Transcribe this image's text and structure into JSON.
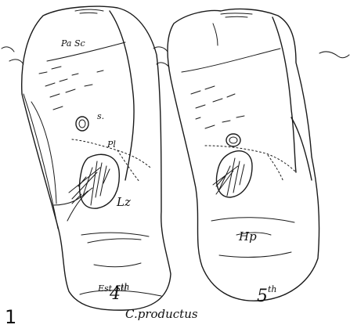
{
  "figure": {
    "plate_number": "1",
    "species": "C.productus",
    "segments": [
      {
        "ordinal": "4",
        "suffix": "th"
      },
      {
        "ordinal": "5",
        "suffix": "th"
      }
    ],
    "labels": {
      "pa_sc": "Pa Sc",
      "s": "s.",
      "pl": "Pl",
      "lz": "Lz",
      "hp": "Hp",
      "est_stl": "Est Stl"
    }
  }
}
